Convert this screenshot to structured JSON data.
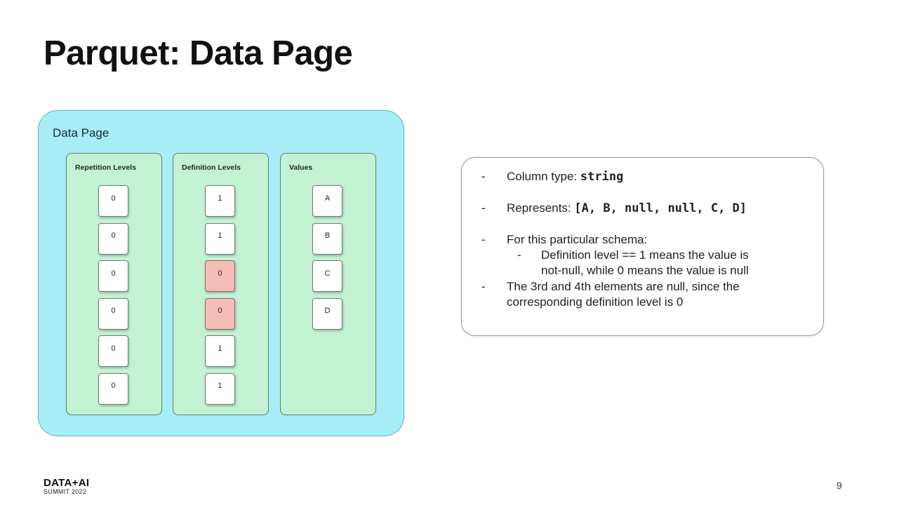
{
  "slide": {
    "title": "Parquet: Data Page",
    "page_number": "9"
  },
  "diagram": {
    "container_label": "Data Page",
    "columns": [
      {
        "label": "Repetition Levels",
        "cells": [
          "0",
          "0",
          "0",
          "0",
          "0",
          "0"
        ],
        "null_flags": [
          false,
          false,
          false,
          false,
          false,
          false
        ]
      },
      {
        "label": "Definition Levels",
        "cells": [
          "1",
          "1",
          "0",
          "0",
          "1",
          "1"
        ],
        "null_flags": [
          false,
          false,
          true,
          true,
          false,
          false
        ]
      },
      {
        "label": "Values",
        "cells": [
          "A",
          "B",
          "C",
          "D"
        ],
        "null_flags": [
          false,
          false,
          false,
          false
        ]
      }
    ],
    "colors": {
      "container_fill": "#a7eef9",
      "column_fill": "#c4f2d4",
      "null_cell_fill": "#f6bdb6"
    }
  },
  "info": {
    "bullet_marker": "-",
    "column_type_prefix": "Column type: ",
    "column_type_value": "string",
    "represents_prefix": "Represents: ",
    "represents_value": "[A, B, null, null, C, D]",
    "schema_intro": "For this particular schema:",
    "schema_detail_line1": "Definition level == 1 means the value is",
    "schema_detail_line2": "not-null, while 0 means the value is null",
    "null_explanation_line1": "The 3rd and 4th elements are null, since the",
    "null_explanation_line2": "corresponding definition level is 0"
  },
  "footer": {
    "logo_line1": "DATA+AI",
    "logo_line2": "SUMMIT 2022"
  }
}
